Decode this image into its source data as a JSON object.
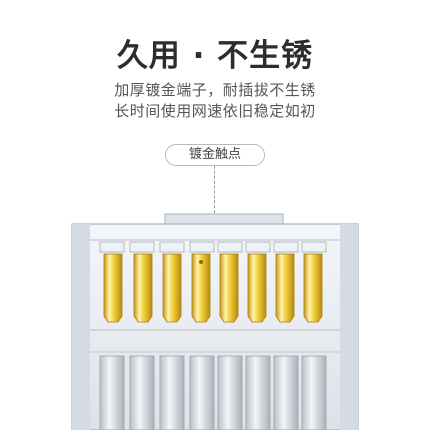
{
  "headline": "久用 · 不生锈",
  "subtitle_line1": "加厚镀金端子，耐插拔不生锈",
  "subtitle_line2": "长时间使用网速依旧稳定如初",
  "callout_label": "镀金触点",
  "colors": {
    "gold_light": "#fff6b0",
    "gold": "#e9c42d",
    "gold_dark": "#b88a10",
    "housing": "#e9edf2",
    "housing_line": "#a9b1ba"
  }
}
